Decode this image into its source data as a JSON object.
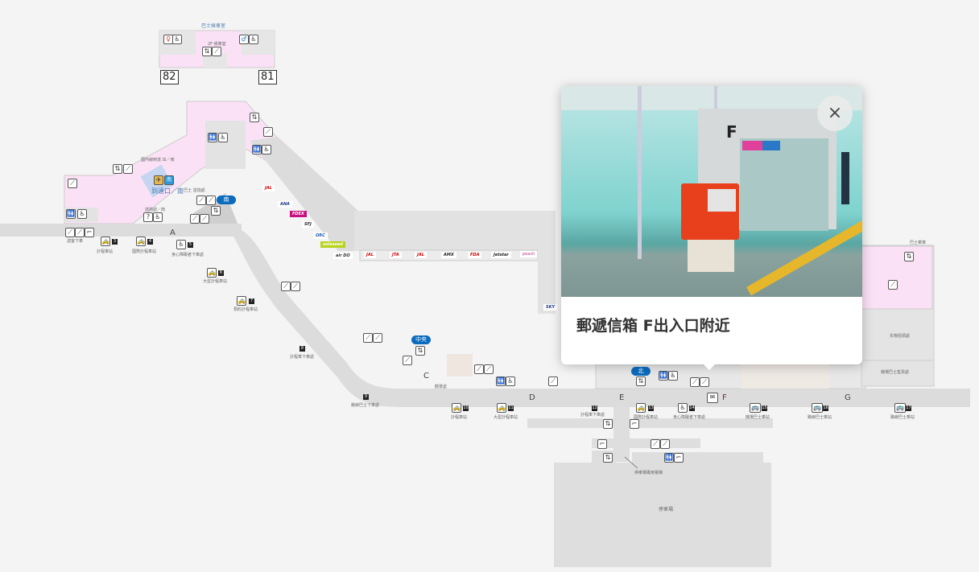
{
  "map": {
    "bus_lounge": "巴士候車室",
    "lounge_inner": "2F 候車室",
    "gates": [
      "82",
      "81"
    ],
    "doors": [
      "A",
      "C",
      "D",
      "E",
      "F",
      "G"
    ],
    "badges": {
      "south": "南",
      "central": "中央",
      "north": "北"
    },
    "area_labels": {
      "domestic_arrival": "國內線到達 出／南",
      "south_exit": "到達口／南",
      "baggage": "巴士 諮詢處",
      "info": "諮詢處／南",
      "pickup_south": "送客下車",
      "observation": "觀景處",
      "parking": "停車場",
      "connect": "停車場專用電梯",
      "right_top": "巴士乘車",
      "right_mid": "失物招領處",
      "right_low": "機場巴士售票處"
    },
    "airlines": [
      "JAL",
      "ANA",
      "FDEX",
      "SFJ",
      "ORC",
      "solaseed",
      "air DO",
      "JAL",
      "JTA",
      "JAL",
      "AMX",
      "FDA",
      "Jetstar",
      "peach",
      "SKY"
    ],
    "stops": [
      {
        "num": "3",
        "label": "計程車站"
      },
      {
        "num": "4",
        "label": "國際計程車站"
      },
      {
        "num": "5",
        "label": "身心障礙者下車處"
      },
      {
        "num": "6",
        "label": "大型計程車站"
      },
      {
        "num": "7",
        "label": "預約計程車站"
      },
      {
        "num": "8",
        "label": "計程車下車處"
      },
      {
        "num": "9",
        "label": "路線巴士下車處"
      },
      {
        "num": "10",
        "label": "計程車站"
      },
      {
        "num": "11",
        "label": "大型計程車站"
      },
      {
        "num": "12",
        "label": "計程車下車處"
      },
      {
        "num": "13",
        "label": "國際計程車站"
      },
      {
        "num": "14",
        "label": "身心障礙者下車處"
      },
      {
        "num": "15",
        "label": "機場巴士乘站"
      },
      {
        "num": "16",
        "label": "路線巴士乘站"
      },
      {
        "num": "17",
        "label": "路線巴士乘站"
      }
    ]
  },
  "popup": {
    "title": "郵遞信箱 F出入口附近",
    "close_label": "×",
    "photo_sign": "F"
  },
  "colors": {
    "accent": "#0a6bbf",
    "pink": "#fbe1f5",
    "walkway": "#dcdcdc",
    "postbox": "#e8401c"
  }
}
